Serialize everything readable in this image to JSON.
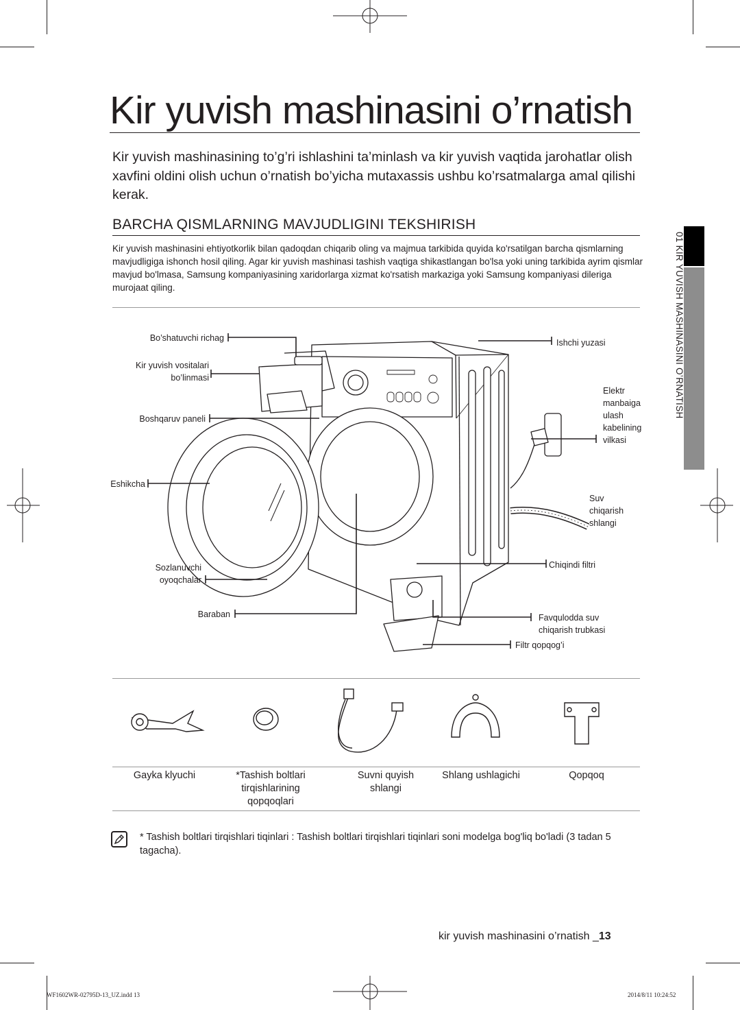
{
  "title": "Kir yuvish mashinasini o’rnatish",
  "intro": "Kir yuvish mashinasining to’g’ri ishlashini ta’minlash va kir yuvish vaqtida jarohatlar olish xavfini oldini olish uchun o’rnatish bo’yicha mutaxassis ushbu ko’rsatmalarga amal qilishi kerak.",
  "section": {
    "heading": "BARCHA QISMLARNING MAVJUDLIGINI TEKSHIRISH",
    "body": "Kir yuvish mashinasini ehtiyotkorlik bilan qadoqdan chiqarib oling va majmua tarkibida quyida ko'rsatilgan barcha qismlarning mavjudligiga ishonch hosil qiling. Agar kir yuvish mashinasi tashish vaqtiga shikastlangan bo'lsa yoki uning tarkibida ayrim qismlar mavjud bo'lmasa, Samsung kompaniyasining xaridorlarga xizmat ko'rsatish markaziga yoki Samsung kompaniyasi dileriga murojaat qiling."
  },
  "side_tab": "01 KIR YUVISH MASHINASINI O’RNATISH",
  "callouts": {
    "lever": "Bo’shatuvchi richag",
    "detergent_1": "Kir yuvish vositalari",
    "detergent_2": "bo’linmasi",
    "control": "Boshqaruv paneli",
    "door": "Eshikcha",
    "feet_1": "Sozlanuvchi",
    "feet_2": "oyoqchalar",
    "drum": "Baraban",
    "worktop": "Ishchi yuzasi",
    "plug_1": "Elektr",
    "plug_2": "manbaiga",
    "plug_3": "ulash",
    "plug_4": "kabelining",
    "plug_5": "vilkasi",
    "drain_1": "Suv",
    "drain_2": "chiqarish",
    "drain_3": "shlangi",
    "filter": "Chiqindi filtri",
    "emergency_1": "Favqulodda suv",
    "emergency_2": "chiqarish trubkasi",
    "filter_cover": "Filtr qopqog’i"
  },
  "accessories": [
    {
      "line1": "Gayka klyuchi",
      "line2": "",
      "line3": ""
    },
    {
      "line1": "*Tashish boltlari",
      "line2": "tirqishlarining",
      "line3": "qopqoqlari"
    },
    {
      "line1": "Suvni quyish",
      "line2": "shlangi",
      "line3": ""
    },
    {
      "line1": "Shlang ushlagichi",
      "line2": "",
      "line3": ""
    },
    {
      "line1": "Qopqoq",
      "line2": "",
      "line3": ""
    }
  ],
  "note": {
    "label": "* Tashish boltlari tirqishlari tiqinlari",
    "text": " : Tashish boltlari tirqishlari tiqinlari soni modelga bog'liq bo'ladi (3 tadan 5 tagacha)."
  },
  "footer": {
    "text": "kir yuvish mashinasini o’rnatish _",
    "page": "13"
  },
  "slug": {
    "file": "WF1602WR-02795D-13_UZ.indd   13",
    "date": "2014/8/11   10:24:52"
  }
}
